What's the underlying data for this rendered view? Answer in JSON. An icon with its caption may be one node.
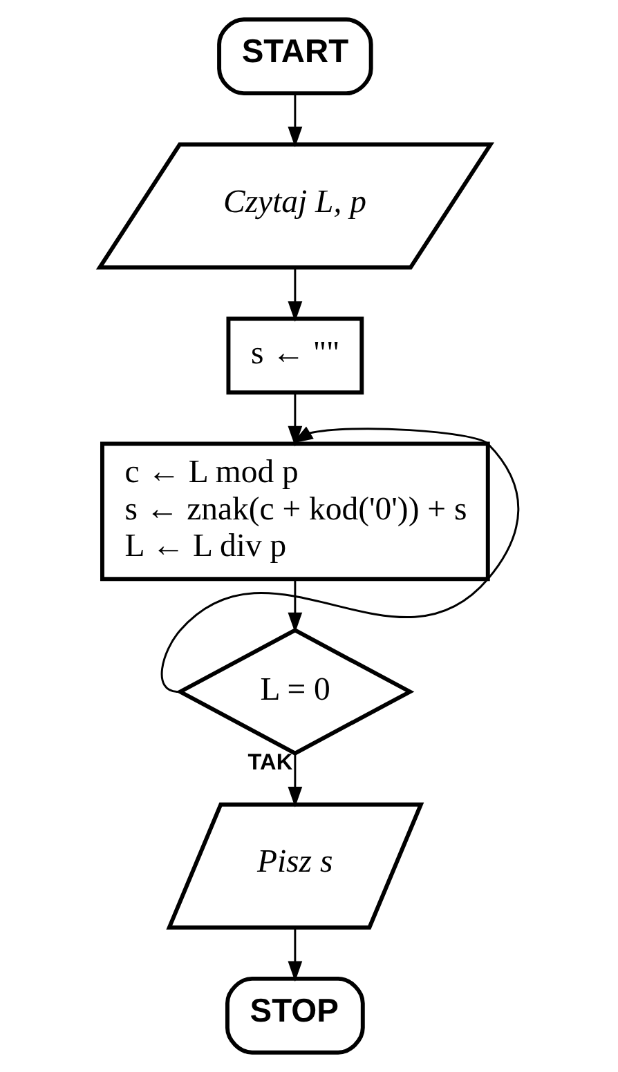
{
  "diagram": {
    "nodes": [
      {
        "text": [
          "START"
        ]
      },
      {
        "text": [
          "Czytaj L, p"
        ]
      },
      {
        "text": [
          "s ← \"\""
        ]
      },
      {
        "text": [
          "c ← L mod p",
          "s ← znak(c + kod('0')) + s",
          "L ← L div p"
        ]
      },
      {
        "text": [
          "L = 0"
        ]
      },
      {
        "text": [
          "Pisz s"
        ]
      },
      {
        "text": [
          "STOP"
        ]
      }
    ],
    "edges": [
      {
        "from": 0,
        "to": 1,
        "arrow": "to"
      },
      {
        "from": 1,
        "to": 2,
        "arrow": "to"
      },
      {
        "from": 2,
        "to": 3,
        "arrow": "to"
      },
      {
        "from": 3,
        "to": 4,
        "arrow": "to"
      },
      {
        "from": 4,
        "to": 3,
        "arrow": "to"
      },
      {
        "from": 4,
        "to": 5,
        "arrow": "to",
        "label": "TAK"
      },
      {
        "from": 5,
        "to": 6,
        "arrow": "to"
      }
    ]
  }
}
